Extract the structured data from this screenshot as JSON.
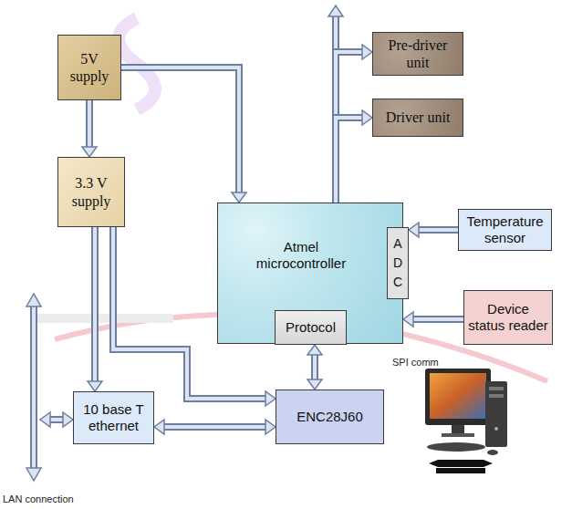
{
  "diagram": {
    "nodes": [
      {
        "text": [
          "5V supply"
        ]
      },
      {
        "text": [
          "Pre-driver unit"
        ]
      },
      {
        "text": [
          "Driver unit"
        ]
      },
      {
        "text": [
          "3.3 V supply"
        ]
      },
      {
        "text": [
          "Atmel microcontroller"
        ]
      },
      {
        "text": [
          "A D C"
        ],
        "in": 4
      },
      {
        "text": [
          "Protocol"
        ],
        "in": 4
      },
      {
        "text": [
          "Temperature sensor"
        ]
      },
      {
        "text": [
          "Device status reader"
        ]
      },
      {
        "text": [
          "10 base T ethernet"
        ]
      },
      {
        "text": [
          "ENC28J60"
        ]
      }
    ],
    "edges": [
      {
        "from": 0,
        "to": 3,
        "arrow": "to"
      },
      {
        "from": 0,
        "to": 4,
        "arrow": "to"
      },
      {
        "from": 4,
        "to": 1,
        "arrow": "to"
      },
      {
        "from": 4,
        "to": 2,
        "arrow": "to"
      },
      {
        "from": 3,
        "to": 9,
        "arrow": "to"
      },
      {
        "from": 3,
        "to": 10,
        "arrow": "to"
      },
      {
        "from": 7,
        "to": 5,
        "arrow": "to"
      },
      {
        "from": 8,
        "to": 4,
        "arrow": "to"
      },
      {
        "from": 6,
        "to": 10,
        "arrow": "both"
      },
      {
        "from": 9,
        "to": 10,
        "arrow": "both"
      }
    ],
    "labels": [
      "SPI comm",
      "LAN connection"
    ]
  }
}
